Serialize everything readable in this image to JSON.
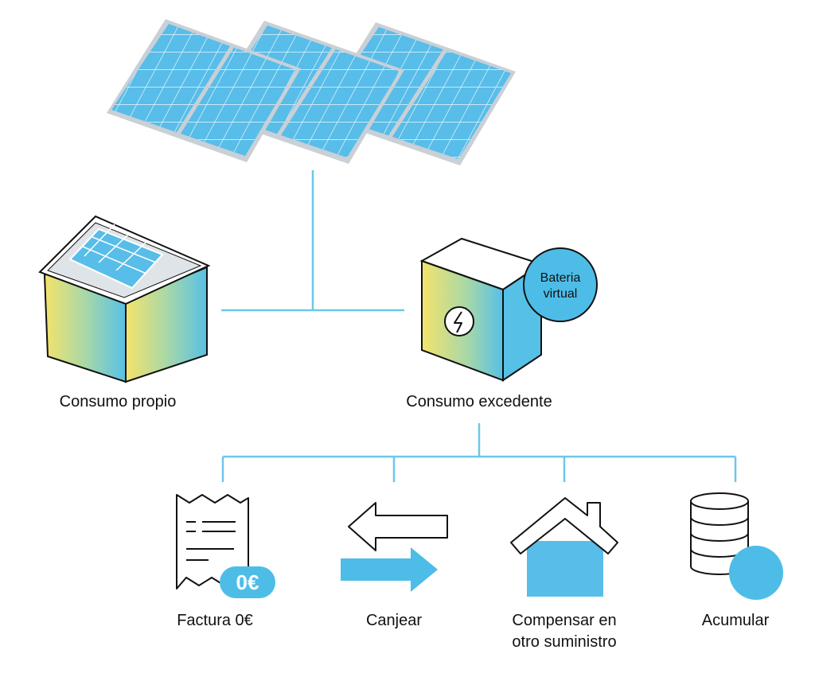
{
  "colors": {
    "panel_fill": "#58bde9",
    "panel_frame": "#c9d0d6",
    "connector": "#6cc7ea",
    "accent_blue": "#4dbde8",
    "gradient_yellow": "#f4e36b",
    "gradient_green": "#a9d8a7",
    "gradient_blue": "#57c0e6",
    "stroke": "#111111"
  },
  "icons": {
    "solar_panels": "solar-panels-icon",
    "house_with_panels": "house-with-solar-panel-icon",
    "virtual_battery_box": "battery-box-icon",
    "lightning": "lightning-icon",
    "receipt": "receipt-icon",
    "swap_arrows": "swap-arrows-icon",
    "house": "house-icon",
    "database": "database-icon"
  },
  "nodes": {
    "own_consumption": {
      "label": "Consumo propio"
    },
    "surplus_consumption": {
      "label": "Consumo excedente",
      "badge_line1": "Bateria",
      "badge_line2": "virtual"
    }
  },
  "options": {
    "invoice": {
      "label": "Factura 0€",
      "badge": "0€"
    },
    "exchange": {
      "label": "Canjear"
    },
    "compensate": {
      "label_line1": "Compensar en",
      "label_line2": "otro suministro"
    },
    "accumulate": {
      "label": "Acumular"
    }
  }
}
